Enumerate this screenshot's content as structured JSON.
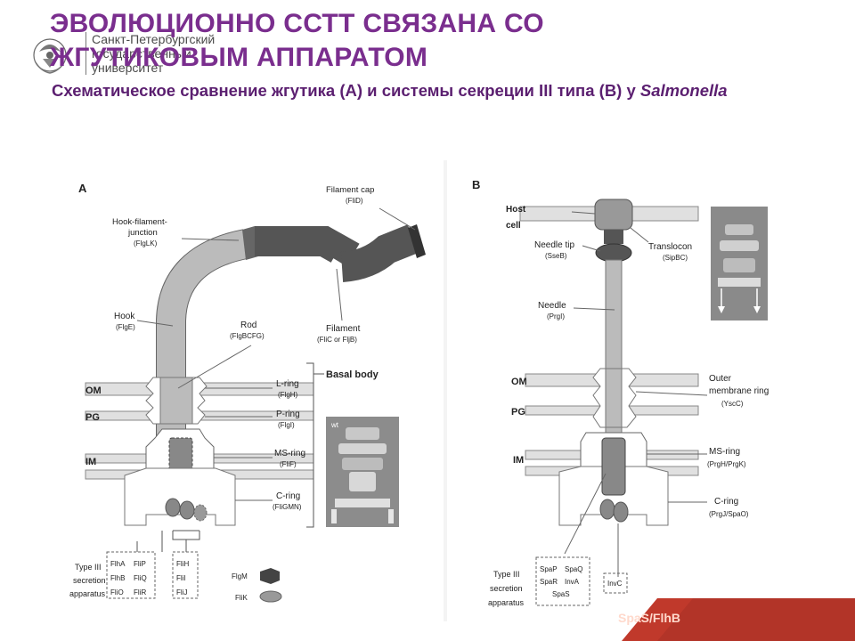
{
  "slide": {
    "title_line1": "ЭВОЛЮЦИОННО ССТТ СВЯЗАНА СО",
    "title_line2": "ЖГУТИКОВЫМ АППАРАТОМ",
    "subtitle_main": "Схематическое сравнение жгутика (А) и системы секреции III типа (В) у ",
    "subtitle_italic": "Salmonella"
  },
  "logo": {
    "line1": "Санкт-Петербургский",
    "line2": "государственный",
    "line3": "университет"
  },
  "colors": {
    "title": "#7a2e8e",
    "subtitle": "#5b1f70",
    "corner": "#c0392b"
  },
  "figure_a": {
    "panel_letter": "A",
    "filament_cap": "Filament cap",
    "filament_cap_sub": "(FliD)",
    "hook_filament_1": "Hook-filament-",
    "hook_filament_2": "junction",
    "hook_filament_sub": "(FlgLK)",
    "hook": "Hook",
    "hook_sub": "(FlgE)",
    "rod": "Rod",
    "rod_sub": "(FlgBCFG)",
    "filament": "Filament",
    "filament_sub": "(FliC or FljB)",
    "basal_body": "Basal body",
    "om": "OM",
    "pg": "PG",
    "im": "IM",
    "l_ring": "L-ring",
    "l_ring_sub": "(FlgH)",
    "p_ring": "P-ring",
    "p_ring_sub": "(FlgI)",
    "ms_ring": "MS-ring",
    "ms_ring_sub": "(FliF)",
    "c_ring": "C-ring",
    "c_ring_sub": "(FliGMN)",
    "wt": "wt",
    "type3_1": "Type III",
    "type3_2": "secretion",
    "type3_3": "apparatus",
    "p_flha": "FlhA",
    "p_flhb": "FlhB",
    "p_flio": "FliO",
    "p_flip": "FliP",
    "p_fliq": "FliQ",
    "p_flir": "FliR",
    "p_flih": "FliH",
    "p_flii": "FliI",
    "p_flij": "FliJ",
    "legend_1": "FlgM",
    "legend_2": "FliK"
  },
  "figure_b": {
    "panel_letter": "B",
    "host_cell_1": "Host",
    "host_cell_2": "cell",
    "needle_tip": "Needle tip",
    "needle_tip_sub": "(SseB)",
    "translocon": "Translocon",
    "translocon_sub": "(SipBC)",
    "needle": "Needle",
    "needle_sub": "(PrgI)",
    "om": "OM",
    "pg": "PG",
    "im": "IM",
    "outer_ring_1": "Outer",
    "outer_ring_2": "membrane ring",
    "outer_ring_sub": "(YscC)",
    "ms_ring": "MS-ring",
    "ms_ring_sub": "(PrgH/PrgK)",
    "c_ring": "C-ring",
    "c_ring_sub": "(PrgJ/SpaO)",
    "type3_1": "Type III",
    "type3_2": "secretion",
    "type3_3": "apparatus",
    "p_spap": "SpaP",
    "p_spaq": "SpaQ",
    "p_spar": "SpaR",
    "p_inva": "InvA",
    "p_spas": "SpaS",
    "p_invc": "InvC"
  },
  "footer": {
    "text": "SpaS/FlhB"
  }
}
